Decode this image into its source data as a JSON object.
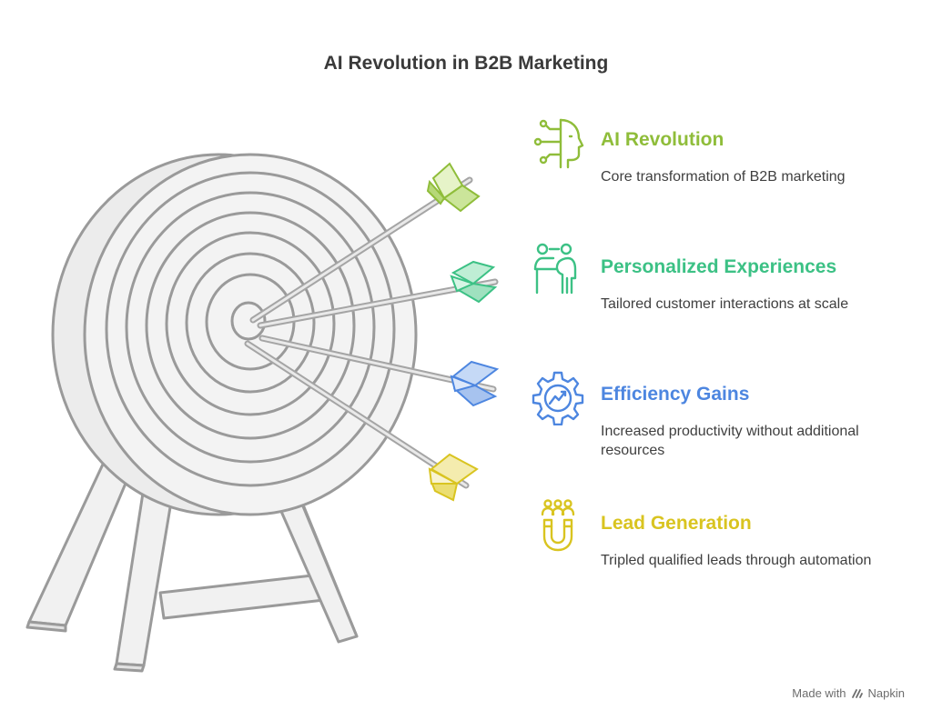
{
  "title": "AI Revolution in B2B Marketing",
  "items": [
    {
      "title": "AI Revolution",
      "description": "Core transformation of B2B marketing",
      "color": "#8fbd3a",
      "icon": "ai-head-icon"
    },
    {
      "title": "Personalized Experiences",
      "description": "Tailored customer interactions at scale",
      "color": "#3cc185",
      "icon": "presenter-icon"
    },
    {
      "title": "Efficiency Gains",
      "description": "Increased productivity without additional resources",
      "color": "#4d86e0",
      "icon": "gear-chart-icon"
    },
    {
      "title": "Lead Generation",
      "description": "Tripled qualified leads through automation",
      "color": "#d9c420",
      "icon": "magnet-people-icon"
    }
  ],
  "footer": {
    "made_with": "Made with",
    "brand": "Napkin"
  }
}
